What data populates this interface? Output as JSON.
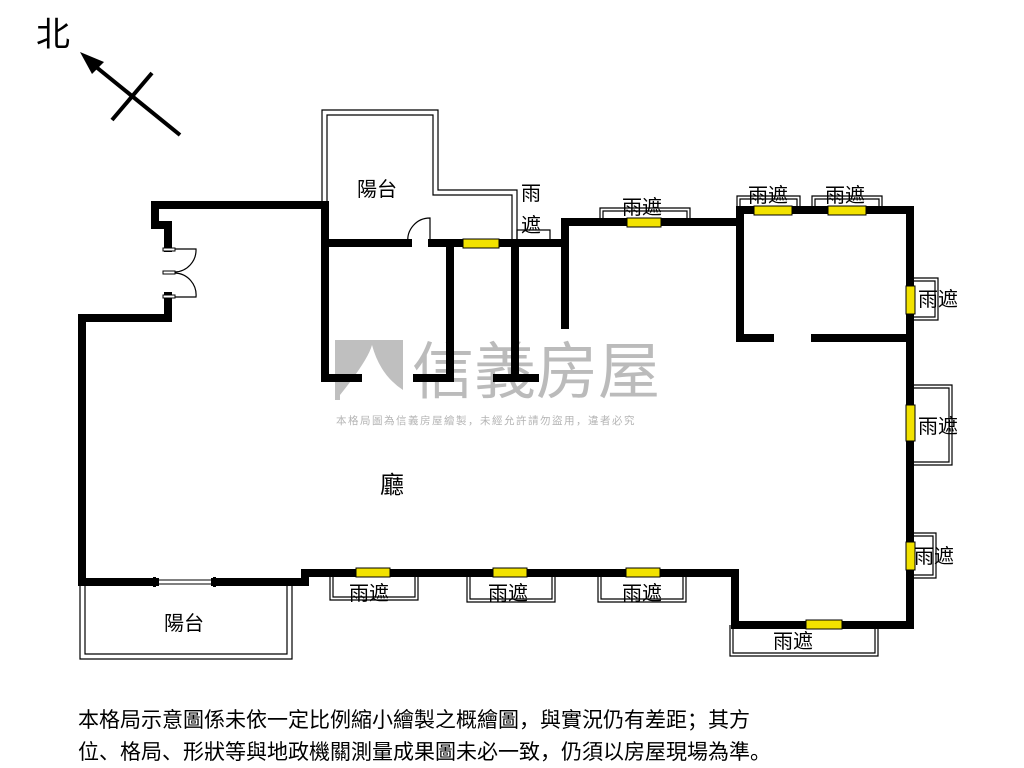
{
  "compass": {
    "north_label": "北"
  },
  "watermark": {
    "brand": "信義房屋",
    "notice": "本格局圖為信義房屋繪製，未經允許請勿盜用，違者必究"
  },
  "rooms": {
    "balcony_top": "陽台",
    "balcony_bottom": "陽台",
    "living_room": "廳",
    "rain_cover_vertical_1": "雨",
    "rain_cover_vertical_2": "遮",
    "rain_cover": "雨遮"
  },
  "footer": {
    "line1": "本格局示意圖係未依一定比例縮小繪製之概繪圖，與實況仍有差距；其方",
    "line2": "位、格局、形狀等與地政機關測量成果圖未必一致，仍須以房屋現場為準。"
  },
  "colors": {
    "wall": "#000000",
    "window": "#f2e200",
    "watermark": "#b0b0b0"
  }
}
